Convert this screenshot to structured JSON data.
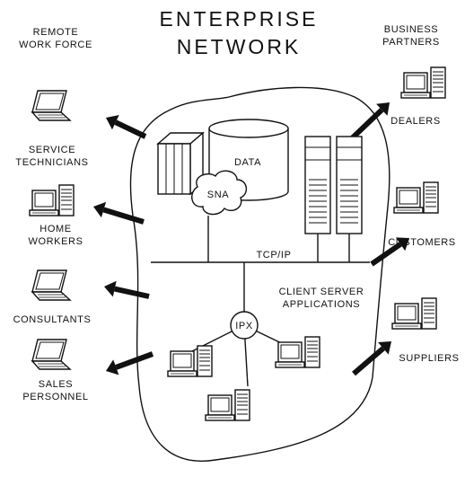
{
  "title": {
    "line1": "ENTERPRISE",
    "line2": "NETWORK"
  },
  "left_group": {
    "header_line1": "REMOTE",
    "header_line2": "WORK FORCE",
    "service_line1": "SERVICE",
    "service_line2": "TECHNICIANS",
    "home_line1": "HOME",
    "home_line2": "WORKERS",
    "consultants": "CONSULTANTS",
    "sales_line1": "SALES",
    "sales_line2": "PERSONNEL"
  },
  "right_group": {
    "header_line1": "BUSINESS",
    "header_line2": "PARTNERS",
    "dealers": "DEALERS",
    "customers": "CUSTOMERS",
    "suppliers": "SUPPLIERS"
  },
  "network": {
    "data_label": "DATA",
    "sna_label": "SNA",
    "tcpip_label": "TCP/IP",
    "ipx_label": "IPX",
    "apps_line1": "CLIENT SERVER",
    "apps_line2": "APPLICATIONS"
  },
  "icons": [
    "laptop-icon",
    "desktop-computer-icon",
    "mainframe-icon",
    "database-icon",
    "server-tower-icon",
    "network-cloud-icon",
    "arrow-icon"
  ]
}
